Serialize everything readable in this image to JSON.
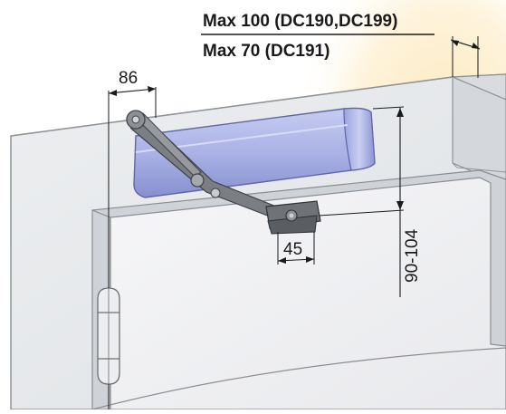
{
  "labels": {
    "max_primary": "Max 100 (DC190,DC199)",
    "max_secondary": "Max 70 (DC191)",
    "dim_86": "86",
    "dim_45": "45",
    "dim_90_104": "90-104"
  },
  "colors": {
    "background_glow": "#fde9b8",
    "wall": "#e7e9eb",
    "wall_edge": "#8e9397",
    "wall_top": "#d9dcdf",
    "door": "#f3f3f5",
    "door_edge": "#8a8e92",
    "closer_body": "#aab2e6",
    "closer_shade": "#7f89c9",
    "arm": "#6f7175",
    "line": "#1a1a1a"
  },
  "icons": {
    "hinge": "hinge-icon",
    "door_closer": "door-closer-icon",
    "arm": "closer-arm-icon"
  }
}
